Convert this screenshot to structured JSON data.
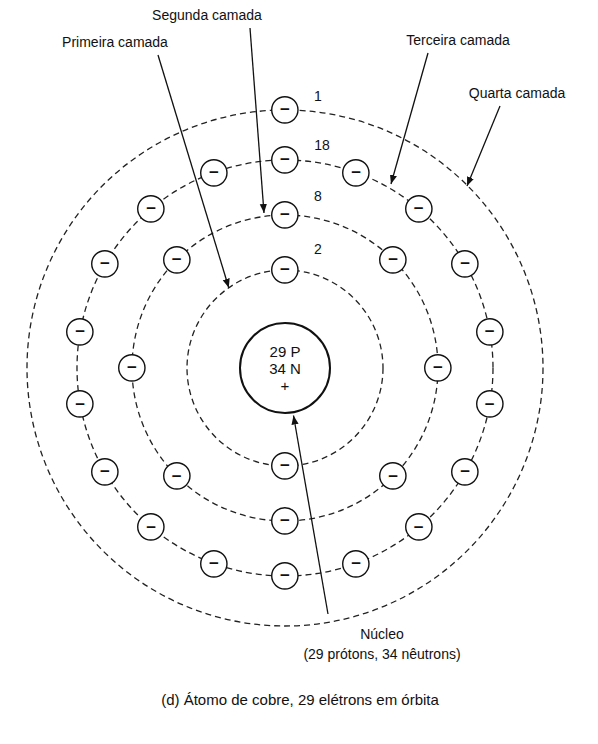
{
  "diagram": {
    "caption": "(d) Átomo de cobre, 29 elétrons em órbita",
    "nodes": [
      {
        "text": [
          "29 P",
          "34 N",
          "+"
        ]
      },
      {
        "text": [
          "−"
        ]
      },
      {
        "text": [
          "−"
        ]
      },
      {
        "text": [
          "−"
        ]
      },
      {
        "text": [
          "−"
        ]
      },
      {
        "text": [
          "−"
        ]
      },
      {
        "text": [
          "−"
        ]
      },
      {
        "text": [
          "−"
        ]
      },
      {
        "text": [
          "−"
        ]
      },
      {
        "text": [
          "−"
        ]
      },
      {
        "text": [
          "−"
        ]
      },
      {
        "text": [
          "−"
        ]
      },
      {
        "text": [
          "−"
        ]
      },
      {
        "text": [
          "−"
        ]
      },
      {
        "text": [
          "−"
        ]
      },
      {
        "text": [
          "−"
        ]
      },
      {
        "text": [
          "−"
        ]
      },
      {
        "text": [
          "−"
        ]
      },
      {
        "text": [
          "−"
        ]
      },
      {
        "text": [
          "−"
        ]
      },
      {
        "text": [
          "−"
        ]
      },
      {
        "text": [
          "−"
        ]
      },
      {
        "text": [
          "−"
        ]
      },
      {
        "text": [
          "−"
        ]
      },
      {
        "text": [
          "−"
        ]
      },
      {
        "text": [
          "−"
        ]
      },
      {
        "text": [
          "−"
        ]
      },
      {
        "text": [
          "−"
        ]
      },
      {
        "text": [
          "−"
        ]
      },
      {
        "text": [
          "−"
        ]
      }
    ],
    "labels": [
      "Primeira camada",
      "Segunda camada",
      "Terceira camada",
      "Quarta camada",
      "1",
      "18",
      "8",
      "2",
      "Núcleo",
      "(29 prótons, 34 nêutrons)"
    ]
  }
}
